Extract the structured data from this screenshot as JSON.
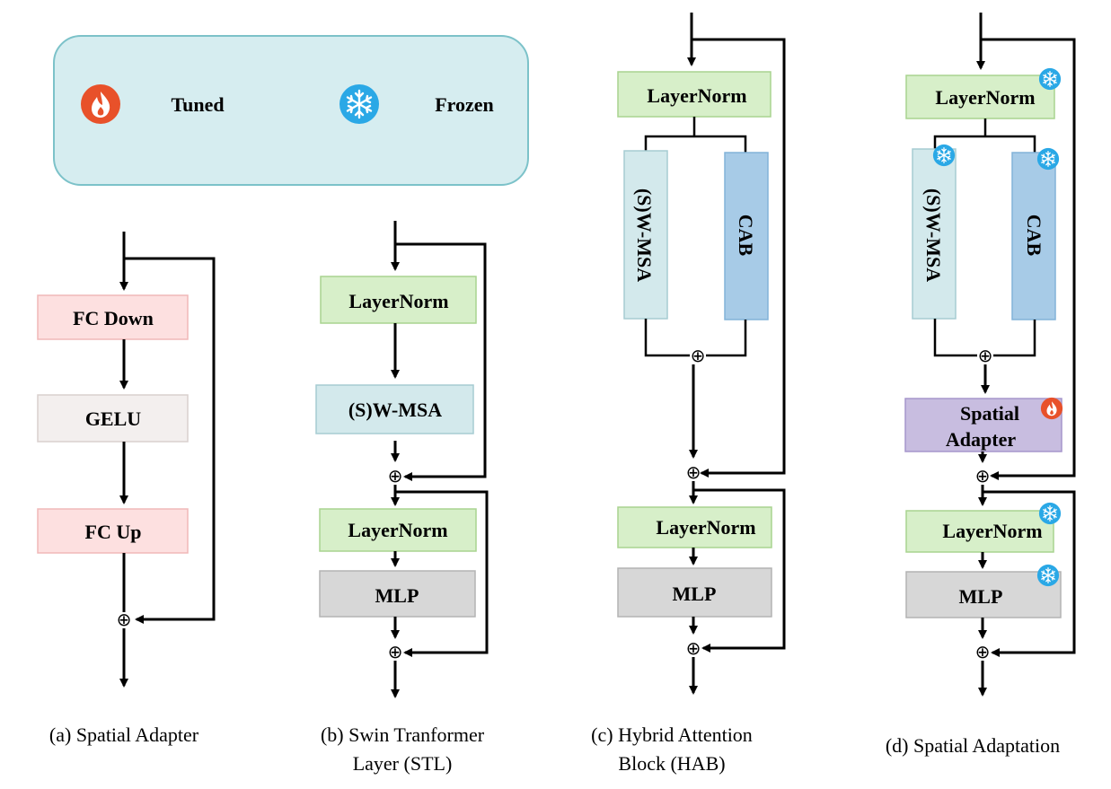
{
  "legend": {
    "tuned_label": "Tuned",
    "frozen_label": "Frozen",
    "tuned_icon": "flame-icon",
    "frozen_icon": "snowflake-icon",
    "tuned_color": "#e8512a",
    "frozen_color": "#2aa8e6",
    "panel_fill": "#d6edf0",
    "panel_stroke": "#7cc2c9"
  },
  "panel_a": {
    "fc_down": "FC Down",
    "gelu": "GELU",
    "fc_up": "FC Up",
    "caption": "(a) Spatial Adapter"
  },
  "panel_b": {
    "layernorm1": "LayerNorm",
    "wmsa": "(S)W-MSA",
    "layernorm2": "LayerNorm",
    "mlp": "MLP",
    "caption_line1": "(b) Swin Tranformer",
    "caption_line2": "Layer (STL)"
  },
  "panel_c": {
    "layernorm1": "LayerNorm",
    "wmsa": "(S)W-MSA",
    "cab": "CAB",
    "layernorm2": "LayerNorm",
    "mlp": "MLP",
    "caption_line1": "(c) Hybrid Attention",
    "caption_line2": "Block (HAB)"
  },
  "panel_d": {
    "layernorm1": "LayerNorm",
    "wmsa": "(S)W-MSA",
    "cab": "CAB",
    "adapter_line1": "Spatial",
    "adapter_line2": "Adapter",
    "layernorm2": "LayerNorm",
    "mlp": "MLP",
    "caption": "(d) Spatial Adaptation"
  },
  "colors": {
    "pink": "#fde0e0",
    "gray_light": "#f3efee",
    "green": "#d7efc9",
    "cyan": "#d3e9ec",
    "blue": "#a7cbe7",
    "gray": "#d7d7d7",
    "purple": "#c8bde0"
  }
}
